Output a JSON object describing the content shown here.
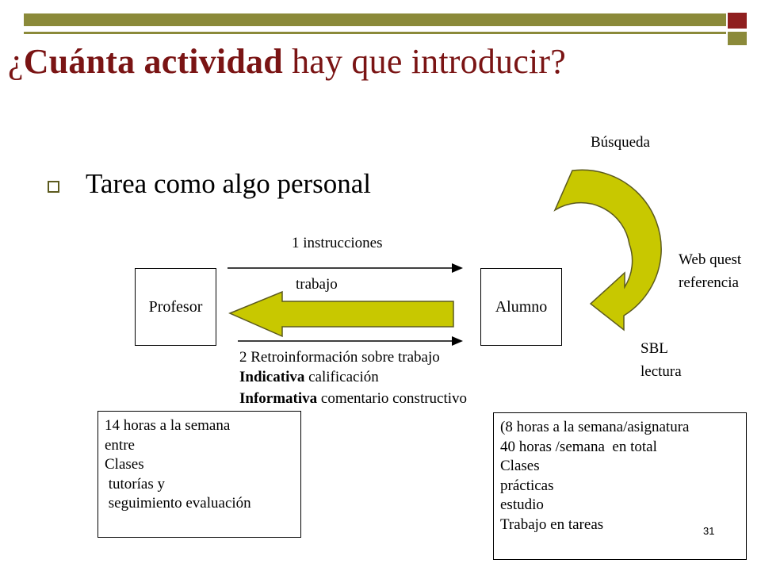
{
  "slide": {
    "title_prefix": "¿",
    "title_bold": "Cuánta actividad",
    "title_suffix": " hay que introducir?",
    "bullet": "Tarea como algo personal",
    "page_number": "31"
  },
  "diagram": {
    "profesor": "Profesor",
    "alumno": "Alumno",
    "arrow1_label": "1 instrucciones",
    "trabajo_label": "trabajo",
    "retro_line": "2 Retroinformación sobre trabajo",
    "indicativa_bold": "Indicativa",
    "indicativa_rest": " calificación",
    "informativa_bold": "Informativa",
    "informativa_rest": " comentario constructivo",
    "busqueda": "Búsqueda",
    "webquest": "Web quest",
    "referencia": "referencia",
    "sbl": "SBL",
    "lectura": "lectura"
  },
  "left_box": {
    "lines": [
      "14 horas a la semana",
      "entre",
      "Clases",
      " tutorías y",
      " seguimiento evaluación"
    ]
  },
  "right_box": {
    "lines": [
      "(8 horas a la semana/asignatura",
      "40 horas /semana  en total",
      "Clases",
      "prácticas",
      "estudio",
      "Trabajo en tareas"
    ]
  },
  "colors": {
    "olive": "#8b8a3a",
    "dark_red": "#8f1f1f",
    "title": "#7a1414",
    "arrow_fill": "#c8c800",
    "arrow_stroke": "#5c5a1e"
  }
}
